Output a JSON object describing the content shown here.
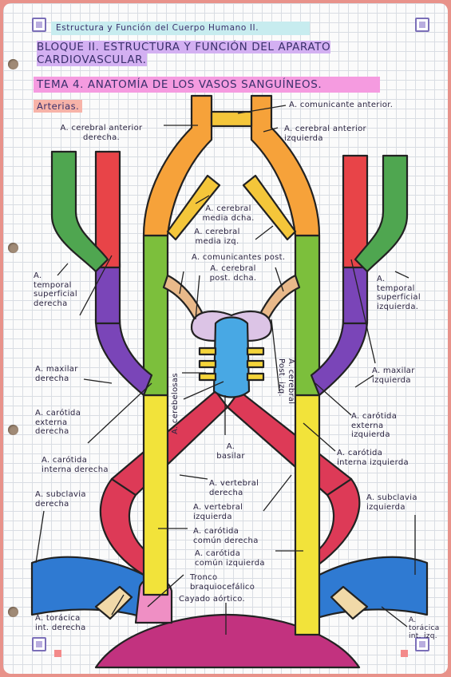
{
  "header": {
    "subject": "Estructura y Función del Cuerpo Humano II.",
    "block_title": "BLOQUE II. ESTRUCTURA Y FUNCIÓN DEL APARATO CARDIOVASCULAR.",
    "topic": "TEMA 4. ANATOMÍA DE LOS VASOS SANGUÍNEOS.",
    "section": "Arterias."
  },
  "labels": {
    "cerebral_anterior_derecha": "A. cerebral anterior\nderecha.",
    "comunicante_anterior": "A. comunicante anterior.",
    "cerebral_anterior_izquierda": "A. cerebral anterior\nizquierda",
    "cerebral_media_dcha": "A. cerebral\nmedia dcha.",
    "cerebral_media_izq": "A. cerebral\nmedia izq.",
    "comunicantes_post": "A. comunicantes post.",
    "cerebral_post_dcha": "A. cerebral\npost. dcha.",
    "temporal_sup_derecha": "A.\ntemporal\nsuperficial\nderecha",
    "temporal_sup_izquierda": "A.\ntemporal\nsuperficial\nizquierda.",
    "maxilar_derecha": "A. maxilar\nderecha",
    "maxilar_izquierda": "A. maxilar\nizquierda",
    "cerebelosas": "A. cerebelosas",
    "cerebral_post_izq": "A. cerebral\nPost. izq.",
    "carotida_ext_derecha": "A. carótida\nexterna\nderecha",
    "carotida_ext_izquierda": "A. carótida\nexterna\nizquierda",
    "basilar": "A.\nbasilar",
    "carotida_int_derecha": "A. carótida\ninterna derecha",
    "carotida_int_izquierda": "A. carótida\ninterna izquierda",
    "subclavia_derecha": "A. subclavia\nderecha",
    "vertebral_derecha": "A. vertebral\nderecha",
    "vertebral_izquierda": "A. vertebral\nizquierda",
    "subclavia_izquierda": "A. subclavia\nizquierda",
    "carotida_comun_derecha": "A. carótida\ncomún derecha",
    "carotida_comun_izquierda": "A. carótida\ncomún izquierda",
    "tronco_braquiocefalico": "Tronco\nbraquiocefálico",
    "cayado_aortico": "Cayado aórtico.",
    "toracica_int_derecha": "A. torácica\nint. derecha",
    "toracica_int_izq": "A.\ntorácica\nint. izq."
  },
  "colors": {
    "background": "#e8928a",
    "carotid_common": "#f2e33a",
    "carotid_internal": "#7cbf3c",
    "cerebral_anterior": "#f6a23a",
    "cerebral_media": "#f4c63a",
    "external_red": "#e84448",
    "external_purple": "#7a45b8",
    "temporal_green": "#4fa650",
    "basilar_blue": "#48a8e4",
    "vertebral_red": "#dd3a57",
    "subclavian_blue": "#2f7ad2",
    "aortic_arch": "#c2327f",
    "communicating": "#e9b98a"
  }
}
